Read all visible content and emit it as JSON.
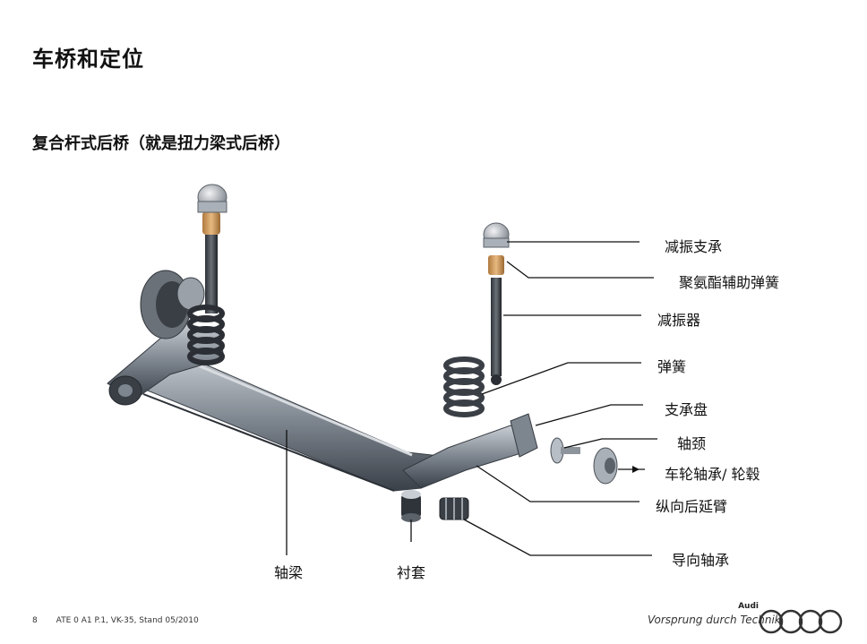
{
  "title": "车桥和定位",
  "subtitle": "复合杆式后桥（就是扭力梁式后桥）",
  "labels": {
    "shock_mount": "减振支承",
    "pu_bump_stop": "聚氨酯辅助弹簧",
    "shock_absorber": "减振器",
    "spring": "弹簧",
    "spring_seat": "支承盘",
    "stub_axle": "轴颈",
    "wheel_bearing_hub": "车轮轴承/ 轮毂",
    "trailing_arm": "纵向后延臂",
    "guide_bearing": "导向轴承",
    "axle_beam": "轴梁",
    "bushing": "衬套"
  },
  "footer": {
    "page": "8",
    "reference": "ATE 0 A1 P.1, VK-35, Stand 05/2010",
    "brand": "Audi",
    "slogan": "Vorsprung durch Technik"
  }
}
